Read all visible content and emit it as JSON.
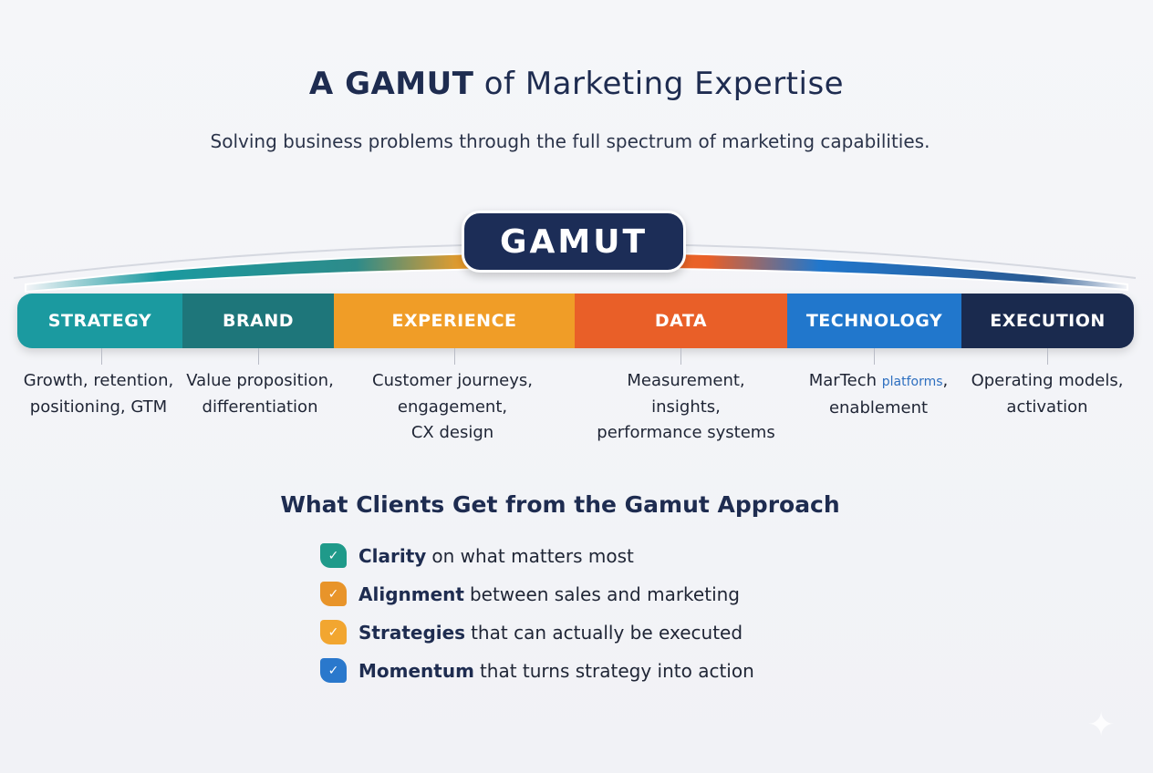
{
  "header": {
    "title_bold": "A GAMUT",
    "title_rest": " of Marketing Expertise",
    "subtitle": "Solving business problems through the full spectrum of marketing capabilities."
  },
  "badge": "GAMUT",
  "segments": [
    {
      "label": "STRATEGY",
      "color": "#1b9aa0",
      "desc": [
        "Growth, retention,",
        "positioning, GTM"
      ]
    },
    {
      "label": "BRAND",
      "color": "#1e767a",
      "desc": [
        "Value proposition,",
        "differentiation"
      ]
    },
    {
      "label": "EXPERIENCE",
      "color": "#f09d27",
      "desc": [
        "Customer journeys,",
        "engagement,",
        "CX design"
      ]
    },
    {
      "label": "DATA",
      "color": "#e95f28",
      "desc": [
        "Measurement,",
        "insights,",
        "performance systems"
      ]
    },
    {
      "label": "TECHNOLOGY",
      "color": "#2177cc",
      "desc_a": "MarTech ",
      "desc_b": "platforms",
      "desc_c": ",",
      "desc2": "enablement"
    },
    {
      "label": "EXECUTION",
      "color": "#1a2a4e",
      "desc": [
        "Operating models,",
        "activation"
      ]
    }
  ],
  "benefits": {
    "heading": "What Clients Get from the Gamut Approach",
    "items": [
      {
        "bold": "Clarity",
        "text": "on what matters most",
        "color": "#1f9a8a"
      },
      {
        "bold": "Alignment",
        "text": "between sales and marketing",
        "color": "#e8942a"
      },
      {
        "bold": "Strategies",
        "text": "that can actually be executed",
        "color": "#f2a630"
      },
      {
        "bold": "Momentum",
        "text": "that turns strategy into action",
        "color": "#2a78cc"
      }
    ]
  }
}
